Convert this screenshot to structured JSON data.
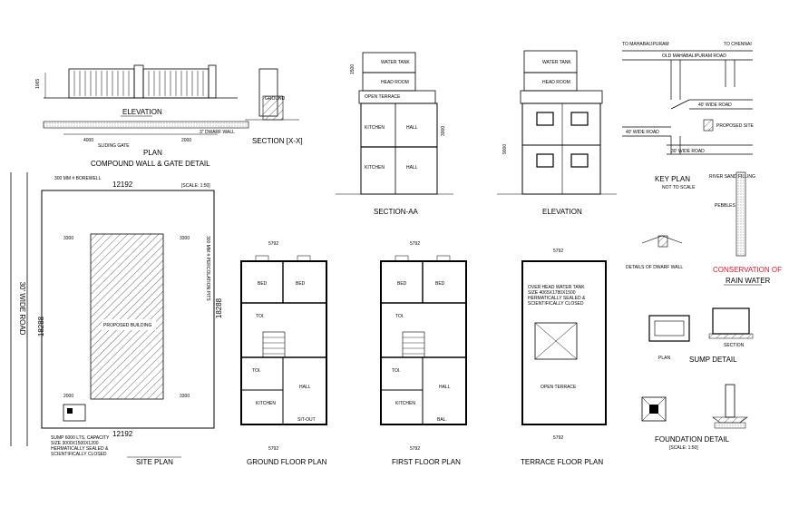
{
  "compound_wall": {
    "title": "COMPOUND WALL & GATE DETAIL",
    "elevation_label": "ELEVATION",
    "plan_label": "PLAN",
    "section_label": "SECTION [X-X]",
    "height_dim": "1065",
    "plan_dim_left": "4000",
    "plan_dim_right": "2000",
    "sliding_gate": "SLIDING GATE",
    "dwarf_wall": "3\" DWARF WALL",
    "ground_level": "GROUND"
  },
  "section_aa": {
    "title": "SECTION-AA",
    "water_tank": "WATER TANK",
    "head_room": "HEAD ROOM",
    "open_terrace": "OPEN TERRACE",
    "kitchen": "KITCHEN",
    "hall": "HALL",
    "dims": [
      "1500",
      "3000"
    ]
  },
  "elevation": {
    "title": "ELEVATION",
    "water_tank": "WATER TANK",
    "head_room": "HEAD ROOM",
    "dim": "9000"
  },
  "key_plan": {
    "title": "KEY PLAN",
    "not_to_scale": "NOT TO SCALE",
    "to_mahabalipuram": "TO MAHABALIPURAM",
    "to_chennai": "TO CHENNAI",
    "old_road": "OLD MAHABALIPURAM ROAD",
    "road_40ft": "40' WIDE ROAD",
    "road_40ft_b": "40' WIDE ROAD",
    "road_30ft": "30' WIDE ROAD",
    "proposed_site": "PROPOSED SITE"
  },
  "rain_water": {
    "conservation": "CONSERVATION OF",
    "rain_water": "RAIN WATER",
    "dwarf_title": "DETAILS OF DWARF WALL",
    "pit_label": "RIVER SAND FILLING",
    "pebbles": "PEBBLES"
  },
  "sump": {
    "title": "SUMP DETAIL",
    "plan": "PLAN",
    "section": "SECTION"
  },
  "foundation": {
    "title": "FOUNDATION DETAIL",
    "scale": "[SCALE: 1:50]"
  },
  "site_plan": {
    "title": "SITE PLAN",
    "road": "30' WIDE ROAD",
    "width_dim": "12192",
    "length_dim": "18288",
    "scale": "[SCALE: 1:50]",
    "borewell": "300 MM # BOREWELL",
    "proposed_building": "PROPOSED BUILDING",
    "percolation": "300 MM # PERCOLATION PITS",
    "setback_left": "3300",
    "setback_right": "3300",
    "setback_left_2": "2000",
    "setback_right_2": "3300",
    "sump_note": [
      "SUMP 6000 LTS. CAPACITY",
      "SIZE 3000X1500X1200",
      "HERMATICALLY SEALED &",
      "SCIENTIFICALLY CLOSED"
    ]
  },
  "floor_labels": {
    "bed": "BED",
    "toilet": "TOI.",
    "hall": "HALL",
    "kitchen": "KITCHEN",
    "sitout": "SIT-OUT",
    "balcony": "BAL."
  },
  "plans": {
    "overall_width": "5792",
    "ground_title": "GROUND FLOOR PLAN",
    "first_title": "FIRST FLOOR PLAN",
    "terrace_title": "TERRACE FLOOR PLAN"
  },
  "terrace": {
    "open_terrace": "OPEN TERRACE",
    "width_dim": "5792",
    "note": [
      "OVER HEAD WATER TANK",
      "SIZE 4065X1780X1500",
      "HERMATICALLY SEALED &",
      "SCIENTIFICALLY CLOSED"
    ]
  }
}
